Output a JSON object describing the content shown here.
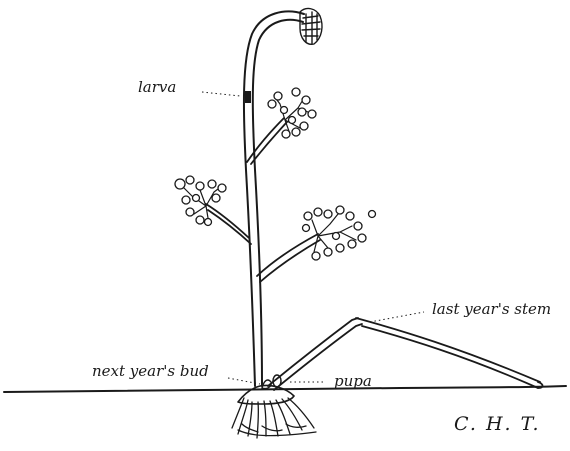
{
  "labels": {
    "larva": "larva",
    "last_years_stem": "last year's stem",
    "next_years_bud": "next year's bud",
    "pupa": "pupa"
  },
  "signature": "C. H. T.",
  "colors": {
    "ink": "#1a1a1a",
    "paper": "#ffffff"
  }
}
